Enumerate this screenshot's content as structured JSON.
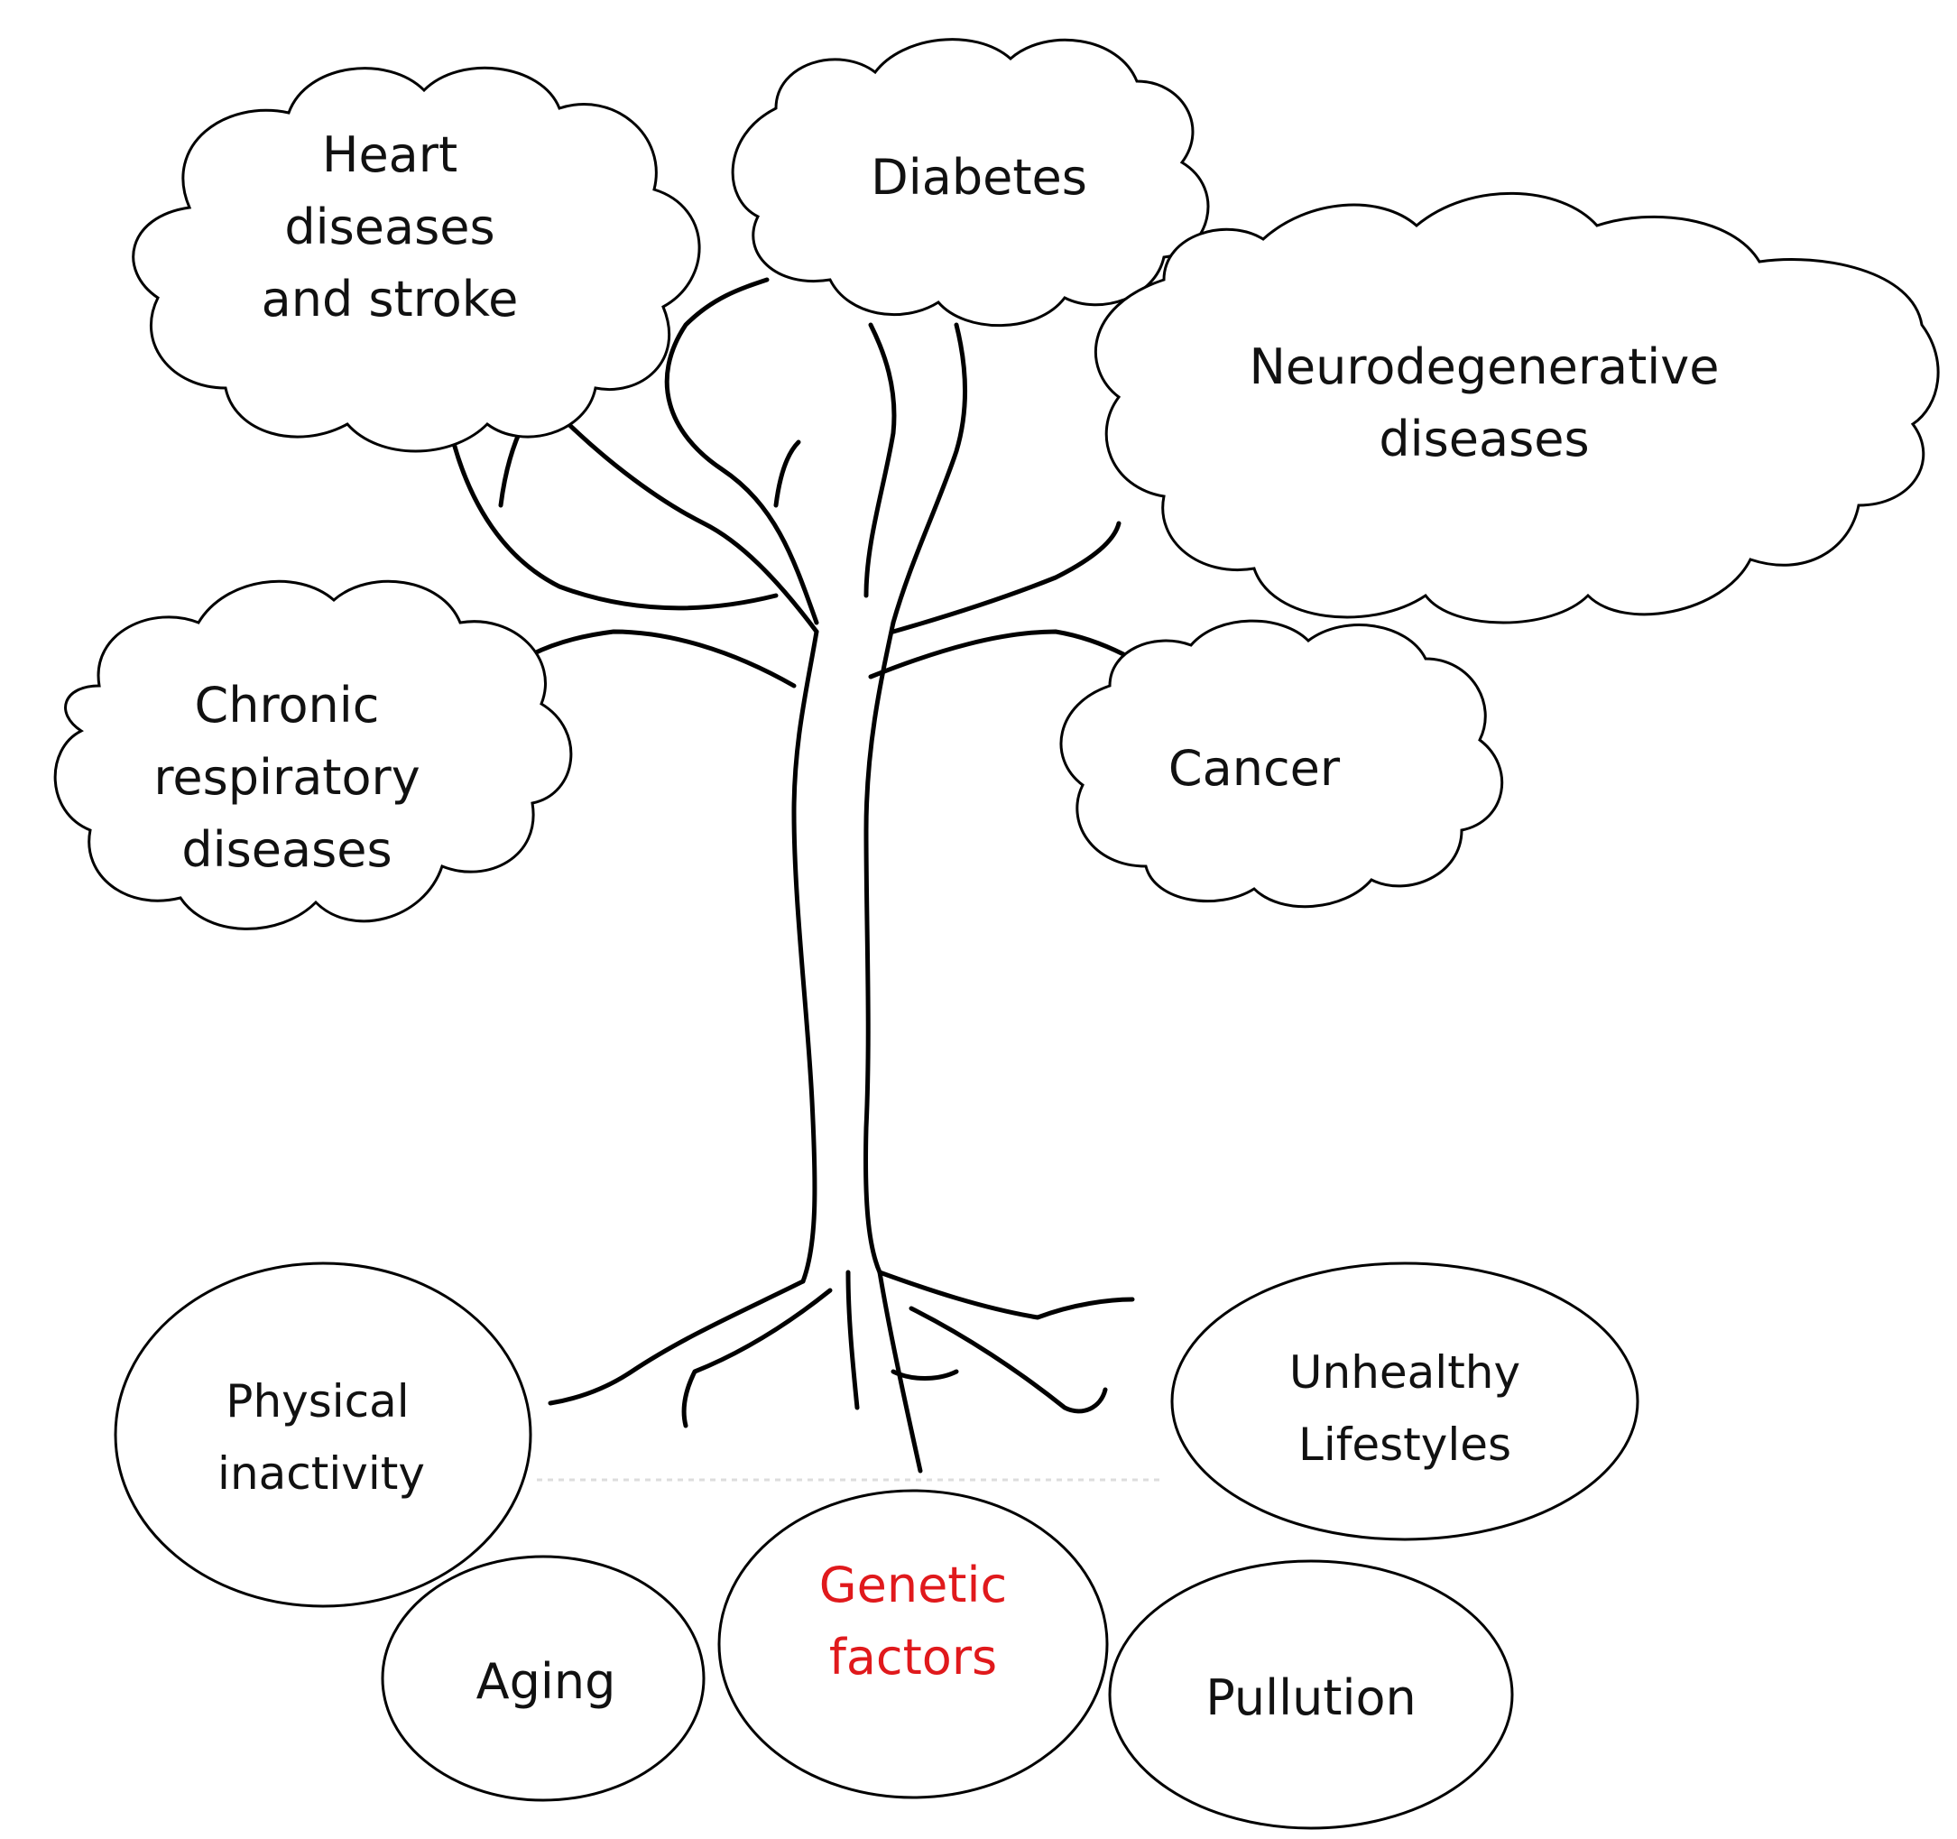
{
  "diseases": {
    "heart": [
      "Heart",
      "diseases",
      "and stroke"
    ],
    "diabetes": [
      "Diabetes"
    ],
    "neuro": [
      "Neurodegenerative",
      "diseases"
    ],
    "respiratory": [
      "Chronic",
      "respiratory",
      "diseases"
    ],
    "cancer": [
      "Cancer"
    ]
  },
  "factors": {
    "physical": [
      "Physical",
      "inactivity"
    ],
    "lifestyles": [
      "Unhealthy",
      "Lifestyles"
    ],
    "aging": [
      "Aging"
    ],
    "genetic": [
      "Genetic",
      "factors"
    ],
    "pollution": [
      "Pullution"
    ]
  },
  "colors": {
    "outline": "#000000",
    "text": "#111111",
    "highlight": "#e0191c"
  }
}
